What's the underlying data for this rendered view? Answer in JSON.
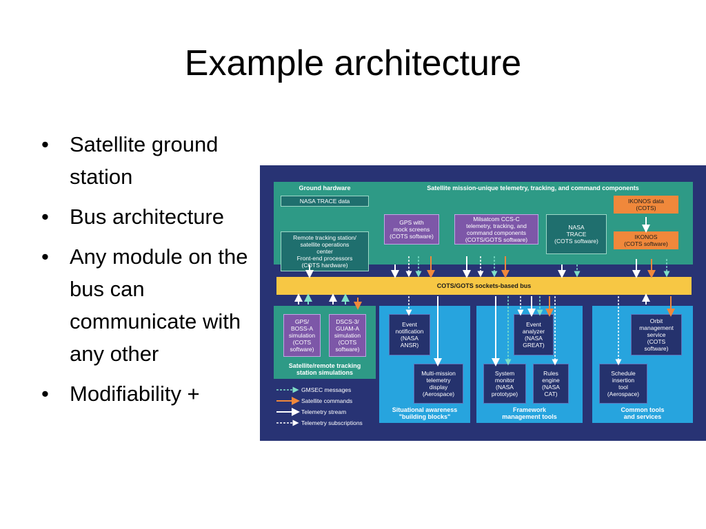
{
  "slide": {
    "title": "Example architecture",
    "bullets": [
      "Satellite ground station",
      "Bus architecture",
      "Any module on the bus can communicate with any other",
      "Modifiability +"
    ]
  },
  "diagram": {
    "colors": {
      "background": "#283374",
      "green_group": "#2e9a86",
      "blue_group": "#27a4de",
      "bus": "#f7c744",
      "cots_purple": "#7d57a8",
      "ikonos_orange": "#f0883b",
      "gmsec_arrow": "#7fe0c8",
      "command_arrow": "#f0883b"
    },
    "ground_hardware": {
      "title": "Ground hardware",
      "trace": "NASA TRACE data",
      "station": "Remote tracking station/\nsatellite operations\ncenter\nFront-end processors\n(COTS hardware)"
    },
    "mission": {
      "title": "Satellite mission-unique telemetry, tracking, and command components",
      "gps": "GPS with\nmock screens\n(COTS software)",
      "milsatcom": "Milsatcom CCS-C\ntelemetry, tracking, and\ncommand components\n(COTS/GOTS software)",
      "nasa_trace": "NASA\nTRACE\n(COTS software)",
      "ikonos_data": "IKONOS data\n(COTS)",
      "ikonos": "IKONOS\n(COTS software)"
    },
    "bus_label": "COTS/GOTS sockets-based bus",
    "simulations": {
      "title": "Satellite/remote tracking\nstation simulations",
      "gps_boss": "GPS/\nBOSS-A\nsimulation\n(COTS\nsoftware)",
      "dscs": "DSCS-3/\nGUAM-A\nsimulation\n(COTS\nsoftware)"
    },
    "situational": {
      "title": "Situational awareness\n\"building blocks\"",
      "event_notification": "Event\nnotification\n(NASA\nANSR)",
      "multi_mission": "Multi-mission\ntelemetry\ndisplay\n(Aerospace)"
    },
    "framework": {
      "title": "Framework\nmanagement tools",
      "event_analyzer": "Event\nanalyzer\n(NASA\nGREAT)",
      "system_monitor": "System\nmonitor\n(NASA\nprototype)",
      "rules_engine": "Rules\nengine\n(NASA\nCAT)"
    },
    "common": {
      "title": "Common tools\nand services",
      "orbit": "Orbit\nmanagement\nservice\n(COTS\nsoftware)",
      "schedule": "Schedule\ninsertion\ntool\n(Aerospace)"
    },
    "legend": {
      "gmsec": "GMSEC messages",
      "commands": "Satellite commands",
      "stream": "Telemetry stream",
      "subscriptions": "Telemetry subscriptions"
    }
  }
}
